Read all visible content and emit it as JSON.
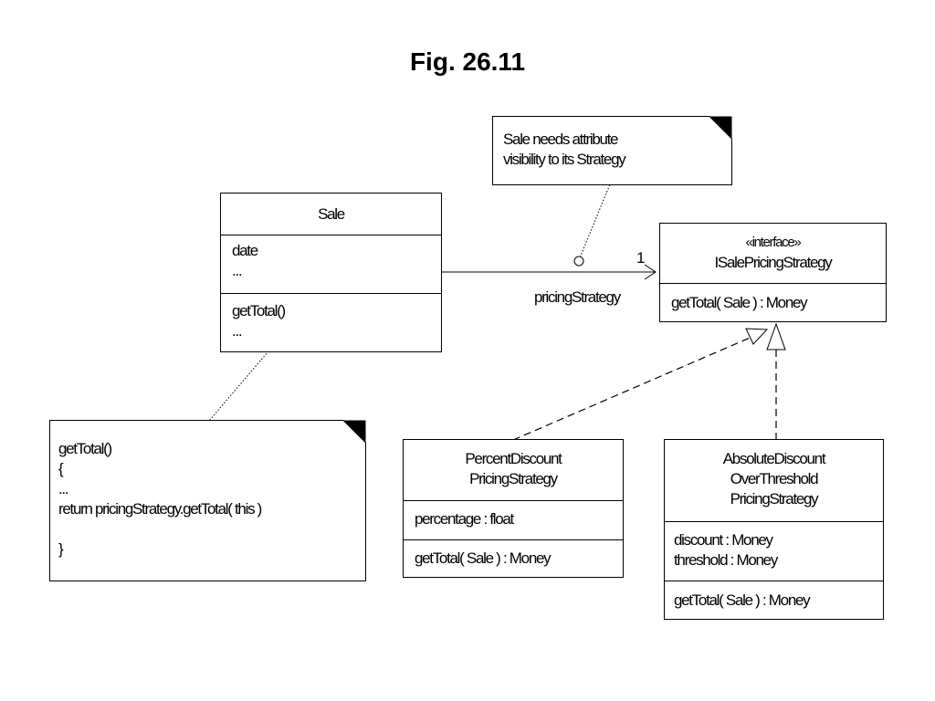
{
  "title": "Fig. 26.11",
  "sale": {
    "name": "Sale",
    "attributes": [
      "date",
      "..."
    ],
    "operations": [
      "getTotal()",
      "..."
    ]
  },
  "interface": {
    "stereotype": "«interface»",
    "name": "ISalePricingStrategy",
    "operations": [
      "getTotal( Sale ) : Money"
    ]
  },
  "percent": {
    "name_lines": [
      "PercentDiscount",
      "PricingStrategy"
    ],
    "attributes": [
      "percentage : float"
    ],
    "operations": [
      "getTotal( Sale ) : Money"
    ]
  },
  "absolute": {
    "name_lines": [
      "AbsoluteDiscount",
      "OverThreshold",
      "PricingStrategy"
    ],
    "attributes": [
      "discount : Money",
      "threshold : Money"
    ],
    "operations": [
      "getTotal( Sale ) : Money"
    ]
  },
  "association": {
    "multiplicity": "1",
    "role": "pricingStrategy"
  },
  "note_top": {
    "lines": [
      "Sale needs attribute",
      "visibility to its Strategy"
    ]
  },
  "note_bottom": {
    "lines": [
      "getTotal()",
      "{",
      "...",
      "return pricingStrategy.getTotal( this )",
      "",
      "}"
    ]
  }
}
